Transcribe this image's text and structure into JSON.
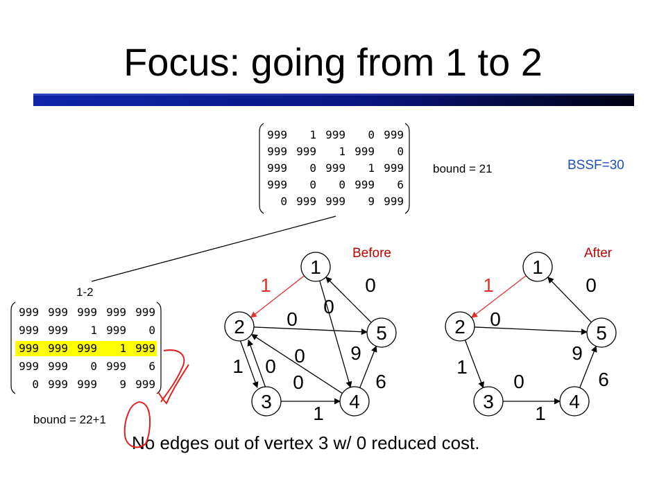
{
  "title": "Focus: going from 1 to 2",
  "colors": {
    "title_bar_start": "#0a1a9a",
    "title_bar_end": "#000014",
    "highlight": "#ffff00",
    "red": "#e03030",
    "blue_text": "#1f4eb4",
    "ink": "#000000",
    "annotation": "#e02020"
  },
  "top_matrix": {
    "rows": [
      [
        "999",
        "1",
        "999",
        "0",
        "999"
      ],
      [
        "999",
        "999",
        "1",
        "999",
        "0"
      ],
      [
        "999",
        "0",
        "999",
        "1",
        "999"
      ],
      [
        "999",
        "0",
        "0",
        "999",
        "6"
      ],
      [
        "0",
        "999",
        "999",
        "9",
        "999"
      ]
    ]
  },
  "top_bound": "bound = 21",
  "bssf": "BSSF=30",
  "child_label": "1-2",
  "child_matrix": {
    "rows": [
      [
        "999",
        "999",
        "999",
        "999",
        "999"
      ],
      [
        "999",
        "999",
        "1",
        "999",
        "0"
      ],
      [
        "999",
        "999",
        "999",
        "1",
        "999"
      ],
      [
        "999",
        "999",
        "0",
        "999",
        "6"
      ],
      [
        "0",
        "999",
        "999",
        "9",
        "999"
      ]
    ],
    "highlight_row": 2
  },
  "child_bound": "bound = 22+1",
  "graph_before": {
    "caption": "Before",
    "nodes": [
      "1",
      "2",
      "3",
      "4",
      "5"
    ],
    "edge_labels": [
      "1",
      "0",
      "0",
      "0",
      "9",
      "0",
      "0",
      "1",
      "0",
      "6",
      "1"
    ]
  },
  "graph_after": {
    "caption": "After",
    "nodes": [
      "1",
      "2",
      "3",
      "4",
      "5"
    ],
    "edge_labels": [
      "1",
      "0",
      "0",
      "9",
      "1",
      "0",
      "6",
      "1"
    ]
  },
  "bottom_text": "No edges out of vertex 3 w/ 0 reduced cost."
}
